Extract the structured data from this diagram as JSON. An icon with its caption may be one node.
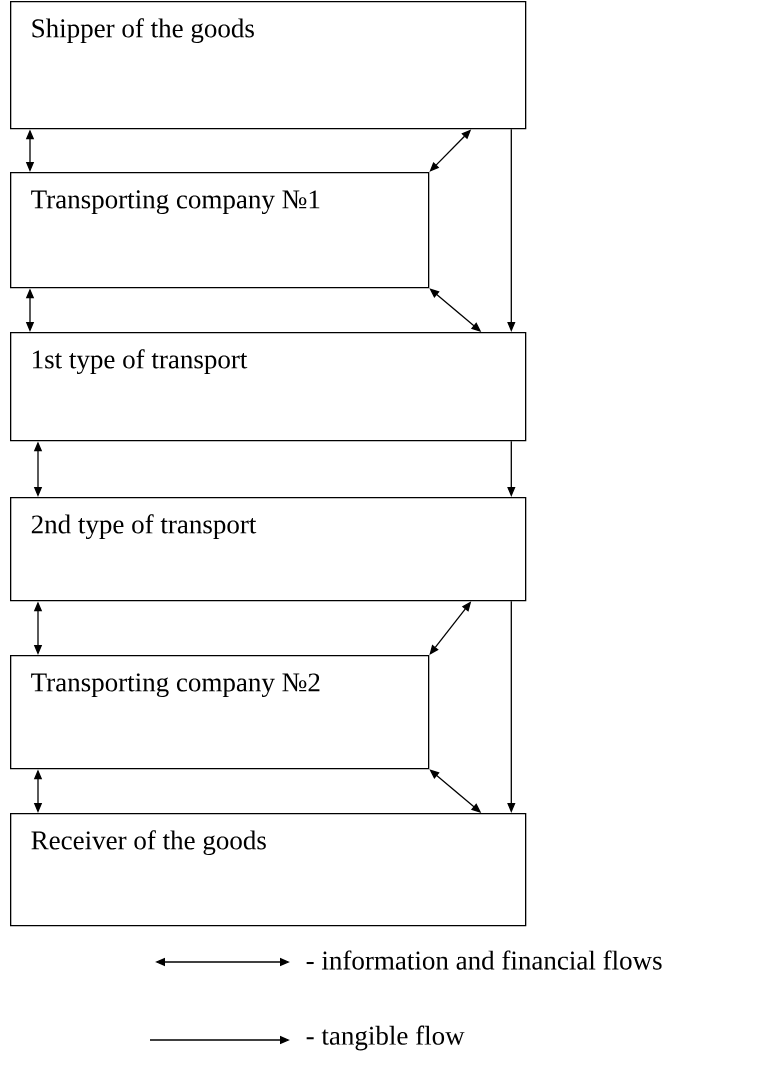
{
  "diagram": {
    "nodes": [
      {
        "text": [
          "Shipper of the goods"
        ]
      },
      {
        "text": [
          "Transporting company №1"
        ]
      },
      {
        "text": [
          "1st type of transport"
        ]
      },
      {
        "text": [
          "2nd type of transport"
        ]
      },
      {
        "text": [
          "Transporting company №2"
        ]
      },
      {
        "text": [
          "Receiver of the goods"
        ]
      }
    ],
    "edges": [
      {
        "from": 0,
        "to": 1,
        "arrow": "both"
      },
      {
        "from": 0,
        "to": 1,
        "arrow": "both"
      },
      {
        "from": 0,
        "to": 2,
        "arrow": "to"
      },
      {
        "from": 1,
        "to": 2,
        "arrow": "both"
      },
      {
        "from": 1,
        "to": 2,
        "arrow": "both"
      },
      {
        "from": 2,
        "to": 3,
        "arrow": "both"
      },
      {
        "from": 2,
        "to": 3,
        "arrow": "to"
      },
      {
        "from": 3,
        "to": 4,
        "arrow": "both"
      },
      {
        "from": 3,
        "to": 4,
        "arrow": "both"
      },
      {
        "from": 3,
        "to": 5,
        "arrow": "to"
      },
      {
        "from": 4,
        "to": 5,
        "arrow": "both"
      },
      {
        "from": 4,
        "to": 5,
        "arrow": "both"
      }
    ],
    "legend": [
      {
        "text": "- information and financial flows"
      },
      {
        "text": "- tangible flow"
      }
    ]
  }
}
